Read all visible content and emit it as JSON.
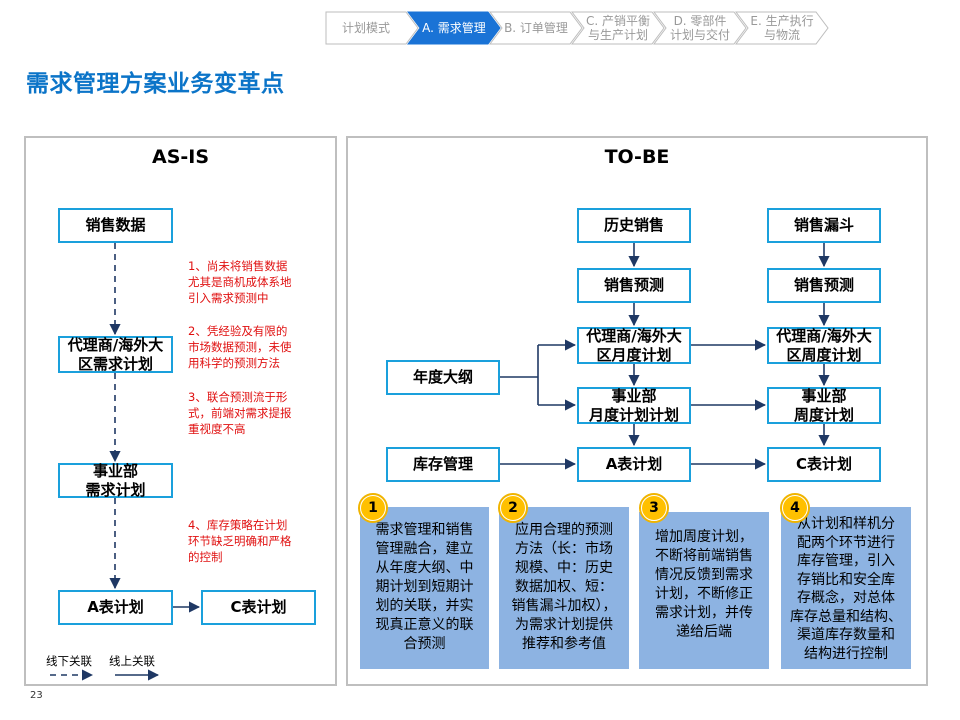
{
  "breadcrumb": {
    "items": [
      {
        "label": "计划模式",
        "active": false
      },
      {
        "label": "A. 需求管理",
        "active": true
      },
      {
        "label": "B. 订单管理",
        "active": false
      },
      {
        "label": "C. 产销平衡\n与生产计划",
        "active": false
      },
      {
        "label": "D. 零部件\n计划与交付",
        "active": false
      },
      {
        "label": "E. 生产执行\n与物流",
        "active": false
      }
    ]
  },
  "page_title": "需求管理方案业务变革点",
  "asis": {
    "title": "AS-IS",
    "sales_data": "销售数据",
    "agent_plan": "代理商/海外大\n区需求计划",
    "dept_plan": "事业部\n需求计划",
    "a_plan": "A表计划",
    "c_plan": "C表计划",
    "notes": [
      "1、尚未将销售数据\n尤其是商机成体系地\n引入需求预测中",
      "2、凭经验及有限的\n市场数据预测，未使\n用科学的预测方法",
      "3、联合预测流于形\n式，前端对需求提报\n重视度不高",
      "4、库存策略在计划\n环节缺乏明确和严格\n的控制"
    ],
    "legend_offline": "线下关联",
    "legend_online": "线上关联"
  },
  "tobe": {
    "title": "TO-BE",
    "history_sales": "历史销售",
    "sales_funnel": "销售漏斗",
    "forecast_left": "销售预测",
    "forecast_right": "销售预测",
    "agent_month": "代理商/海外大\n区月度计划",
    "agent_week": "代理商/海外大\n区周度计划",
    "annual": "年度大纲",
    "dept_month": "事业部\n月度计划计划",
    "dept_week": "事业部\n周度计划",
    "inventory": "库存管理",
    "a_plan": "A表计划",
    "c_plan": "C表计划",
    "cards": [
      {
        "num": "1",
        "text": "需求管理和销售\n管理融合，建立\n从年度大纲、中\n期计划到短期计\n划的关联，并实\n现真正意义的联\n合预测"
      },
      {
        "num": "2",
        "text": "应用合理的预测\n方法（长：市场\n规模、中：历史\n数据加权、短：\n销售漏斗加权），\n为需求计划提供\n推荐和参考值"
      },
      {
        "num": "3",
        "text": "增加周度计划，\n不断将前端销售\n情况反馈到需求\n计划，不断修正\n需求计划，并传\n递给后端"
      },
      {
        "num": "4",
        "text": "从计划和样机分\n配两个环节进行\n库存管理，引入\n存销比和安全库\n存概念，对总体\n库存总量和结构、\n渠道库存数量和\n结构进行控制"
      }
    ]
  },
  "page_number": "23",
  "colors": {
    "title_blue": "#0b74c8",
    "box_border": "#1aa0dc",
    "arrow": "#1f3864",
    "note_red": "#e01010",
    "card_fill": "#8db3e2",
    "badge": "#ffc000",
    "crumb_active": "#1a73d6"
  }
}
